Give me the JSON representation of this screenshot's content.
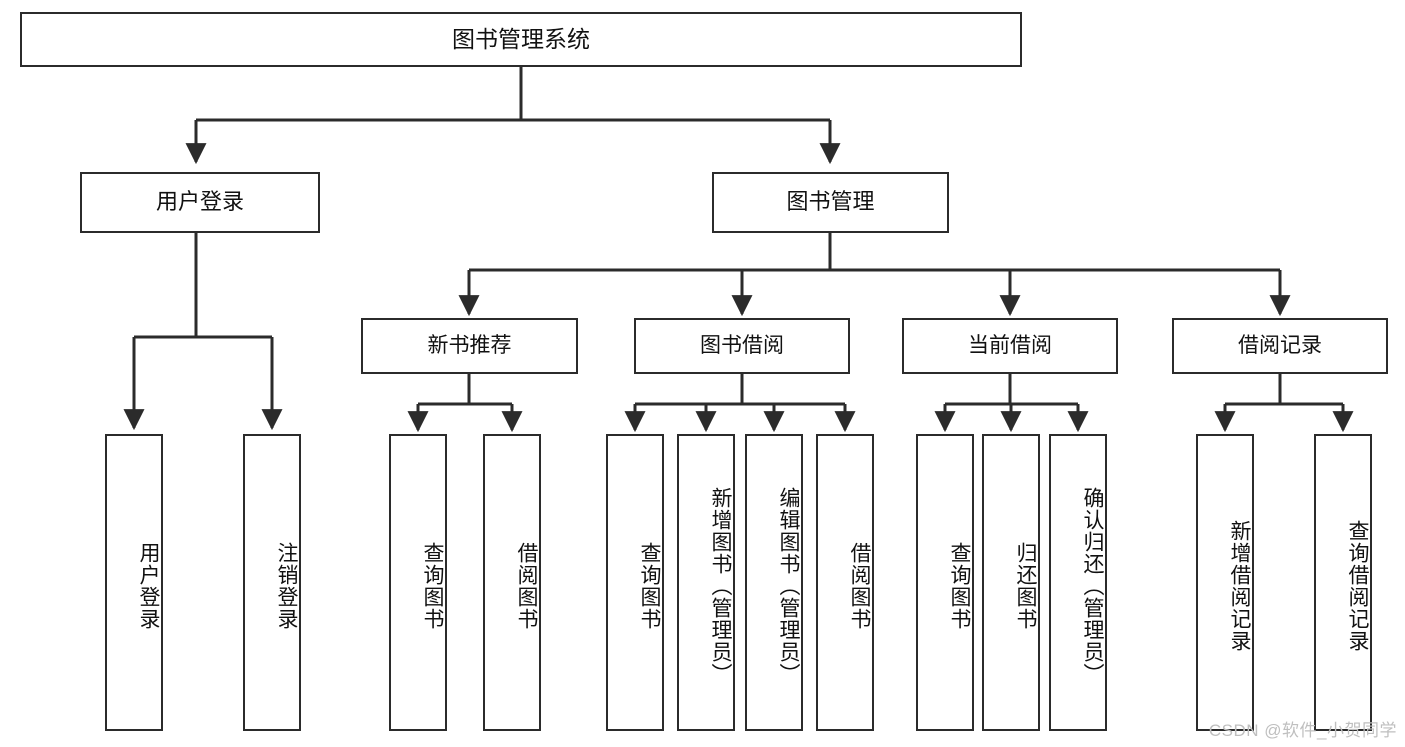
{
  "diagram": {
    "title": "图书管理系统",
    "type": "tree-hierarchy-diagram",
    "colors": {
      "box_border": "#2b2b2b",
      "box_fill": "#ffffff",
      "connector": "#2b2b2b",
      "canvas": "#ffffff",
      "watermark": "#bfbfbf"
    },
    "nodes": {
      "root": {
        "label": "图书管理系统"
      },
      "level2": [
        {
          "id": "user-login",
          "label": "用户登录"
        },
        {
          "id": "book-manage",
          "label": "图书管理"
        }
      ],
      "level3": [
        {
          "id": "new-book-recommend",
          "label": "新书推荐"
        },
        {
          "id": "book-borrow",
          "label": "图书借阅"
        },
        {
          "id": "current-borrow",
          "label": "当前借阅"
        },
        {
          "id": "borrow-record",
          "label": "借阅记录"
        }
      ],
      "leaves": {
        "user_login": [
          {
            "id": "leaf-user-login",
            "label": "用户登录"
          },
          {
            "id": "leaf-logout-login",
            "label": "注销登录"
          }
        ],
        "new_book_recommend": [
          {
            "id": "leaf-query-book-1",
            "label": "查询图书"
          },
          {
            "id": "leaf-borrow-book-1",
            "label": "借阅图书"
          }
        ],
        "book_borrow": [
          {
            "id": "leaf-query-book-2",
            "label": "查询图书"
          },
          {
            "id": "leaf-add-book-admin",
            "label": "新增图书（管理员）"
          },
          {
            "id": "leaf-edit-book-admin",
            "label": "编辑图书（管理员）"
          },
          {
            "id": "leaf-borrow-book-2",
            "label": "借阅图书"
          }
        ],
        "current_borrow": [
          {
            "id": "leaf-query-book-3",
            "label": "查询图书"
          },
          {
            "id": "leaf-return-book",
            "label": "归还图书"
          },
          {
            "id": "leaf-confirm-return-admin",
            "label": "确认归还（管理员）"
          }
        ],
        "borrow_record": [
          {
            "id": "leaf-add-borrow-record",
            "label": "新增借阅记录"
          },
          {
            "id": "leaf-query-borrow-record",
            "label": "查询借阅记录"
          }
        ]
      }
    },
    "watermark": "CSDN @软件_小贺同学"
  }
}
